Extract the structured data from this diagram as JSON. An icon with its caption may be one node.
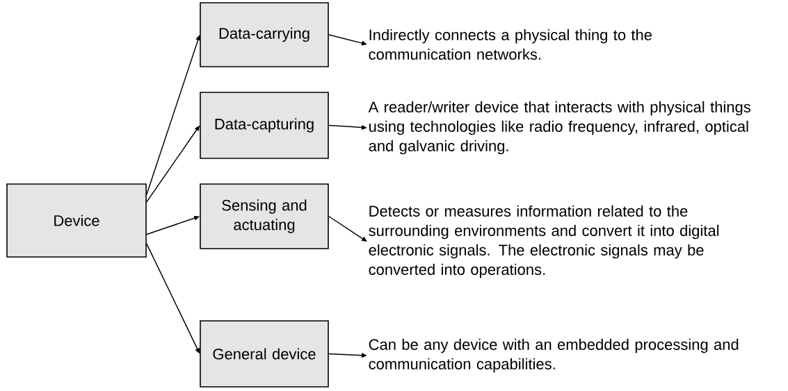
{
  "diagram": {
    "nodes": [
      {
        "text": [
          "Device"
        ]
      },
      {
        "text": [
          "Data-carrying"
        ]
      },
      {
        "text": [
          "Data-capturing"
        ]
      },
      {
        "text": [
          "Sensing and actuating"
        ]
      },
      {
        "text": [
          "General device"
        ]
      },
      {
        "text": [
          "Indirectly connects a physical thing to the communication networks."
        ]
      },
      {
        "text": [
          "A reader/writer device that interacts with physical things using technologies like radio frequency, infrared, optical and galvanic driving."
        ]
      },
      {
        "text": [
          "Detects or measures information related to the surrounding environments and convert it into digital electronic signals. The electronic signals may be converted into operations."
        ]
      },
      {
        "text": [
          "Can be any device with an embedded processing and communication capabilities."
        ]
      }
    ],
    "edges": [
      {
        "from": 0,
        "to": 1,
        "arrow": "to"
      },
      {
        "from": 0,
        "to": 2,
        "arrow": "to"
      },
      {
        "from": 0,
        "to": 3,
        "arrow": "to"
      },
      {
        "from": 0,
        "to": 4,
        "arrow": "to"
      },
      {
        "from": 1,
        "to": 5,
        "arrow": "to"
      },
      {
        "from": 2,
        "to": 6,
        "arrow": "to"
      },
      {
        "from": 3,
        "to": 7,
        "arrow": "to"
      },
      {
        "from": 4,
        "to": 8,
        "arrow": "to"
      }
    ]
  }
}
